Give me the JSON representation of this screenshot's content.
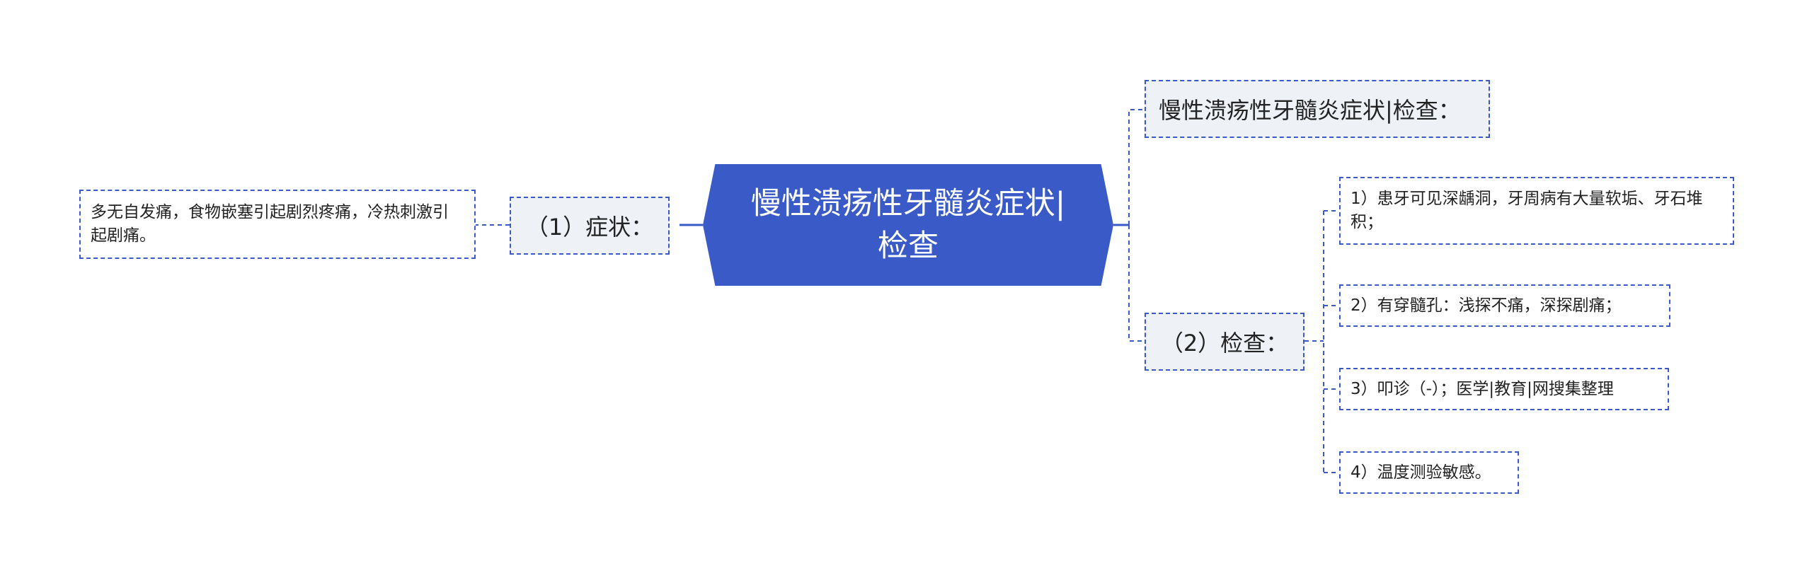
{
  "center": {
    "title": "慢性溃疡性牙髓炎症状|检查"
  },
  "right_title": {
    "label": "慢性溃疡性牙髓炎症状|检查："
  },
  "left_branch": {
    "label": "（1）症状：",
    "detail": "多无自发痛，食物嵌塞引起剧烈疼痛，冷热刺激引起剧痛。"
  },
  "right_branch": {
    "label": "（2）检查：",
    "items": [
      "1）患牙可见深龋洞，牙周病有大量软垢、牙石堆积；",
      "2）有穿髓孔：浅探不痛，深探剧痛；",
      "3）叩诊（-）；医学|教育|网搜集整理",
      "4）温度测验敏感。"
    ]
  },
  "colors": {
    "accent": "#3a5bc7",
    "node_bg": "#eef2f7"
  }
}
